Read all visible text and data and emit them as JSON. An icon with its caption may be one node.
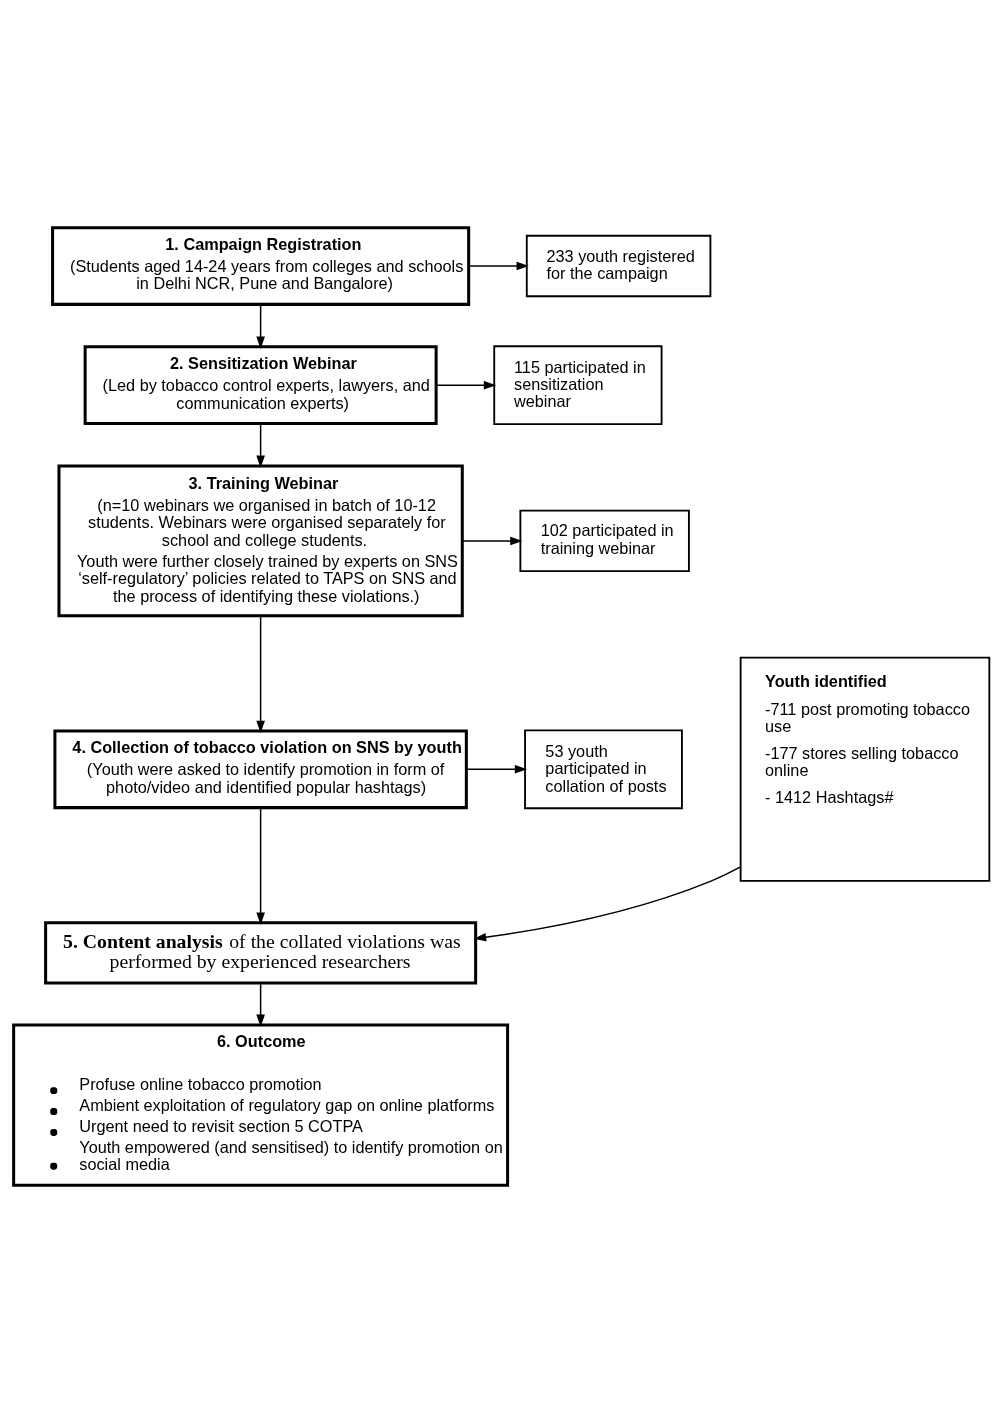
{
  "diagram": {
    "nodes": [
      {
        "text": [
          "1. Campaign Registration",
          "(Students aged 14-24 years from colleges and schools in Delhi NCR, Pune and Bangalore)"
        ]
      },
      {
        "text": [
          "233 youth registered for the campaign"
        ]
      },
      {
        "text": [
          "2. Sensitization Webinar",
          "(Led by tobacco control experts, lawyers, and communication experts)"
        ]
      },
      {
        "text": [
          "115 participated in sensitization webinar"
        ]
      },
      {
        "text": [
          "3. Training Webinar",
          "(n=10 webinars we organised in batch of 10-12 students. Webinars were organised separately for school and college students.",
          "Youth were further closely trained by experts on SNS ‘self-regulatory’ policies related to TAPS on SNS and the process of identifying these violations.)"
        ]
      },
      {
        "text": [
          "102 participated in training webinar"
        ]
      },
      {
        "text": [
          "4. Collection of tobacco violation on SNS by youth",
          "(Youth were asked to identify promotion in form of photo/video and identified popular hashtags)"
        ]
      },
      {
        "text": [
          "53 youth participated in collation of posts"
        ]
      },
      {
        "text": [
          "Youth identified",
          "-711 post promoting tobacco use",
          "-177 stores selling tobacco online",
          "- 1412 Hashtags#"
        ]
      },
      {
        "text": [
          "**5. Content analysis** of the collated violations was performed by experienced researchers"
        ]
      },
      {
        "text": [
          "6. Outcome",
          "Profuse online tobacco promotion",
          "Ambient exploitation of regulatory gap on online platforms",
          "Urgent need to revisit section 5 COTPA",
          "Youth empowered (and sensitised) to identify promotion on social media"
        ]
      }
    ],
    "edges": [
      {
        "from": 0,
        "to": 1,
        "arrow": "to"
      },
      {
        "from": 0,
        "to": 2,
        "arrow": "to"
      },
      {
        "from": 2,
        "to": 3,
        "arrow": "to"
      },
      {
        "from": 2,
        "to": 4,
        "arrow": "to"
      },
      {
        "from": 4,
        "to": 5,
        "arrow": "to"
      },
      {
        "from": 4,
        "to": 6,
        "arrow": "to"
      },
      {
        "from": 6,
        "to": 7,
        "arrow": "to"
      },
      {
        "from": 6,
        "to": 9,
        "arrow": "to"
      },
      {
        "from": 8,
        "to": 9,
        "arrow": "to"
      },
      {
        "from": 9,
        "to": 10,
        "arrow": "to"
      }
    ]
  }
}
